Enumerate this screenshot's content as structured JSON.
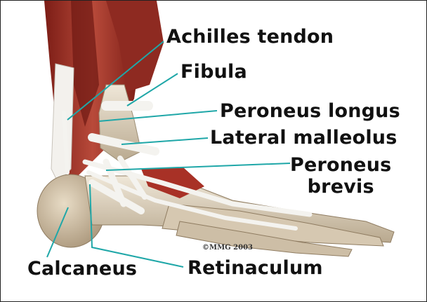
{
  "labels": {
    "achilles": "Achilles tendon",
    "fibula": "Fibula",
    "peroneus_longus": "Peroneus longus",
    "lateral_malleolus": "Lateral malleolus",
    "peroneus_brevis_line1": "Peroneus",
    "peroneus_brevis_line2": "brevis",
    "calcaneus": "Calcaneus",
    "retinaculum": "Retinaculum"
  },
  "copyright": "©MMG 2003",
  "colors": {
    "leader_line": "#1fa7a8",
    "muscle": "#a7332a",
    "bone": "#dcd0bd",
    "tendon": "#f2f2f0"
  }
}
